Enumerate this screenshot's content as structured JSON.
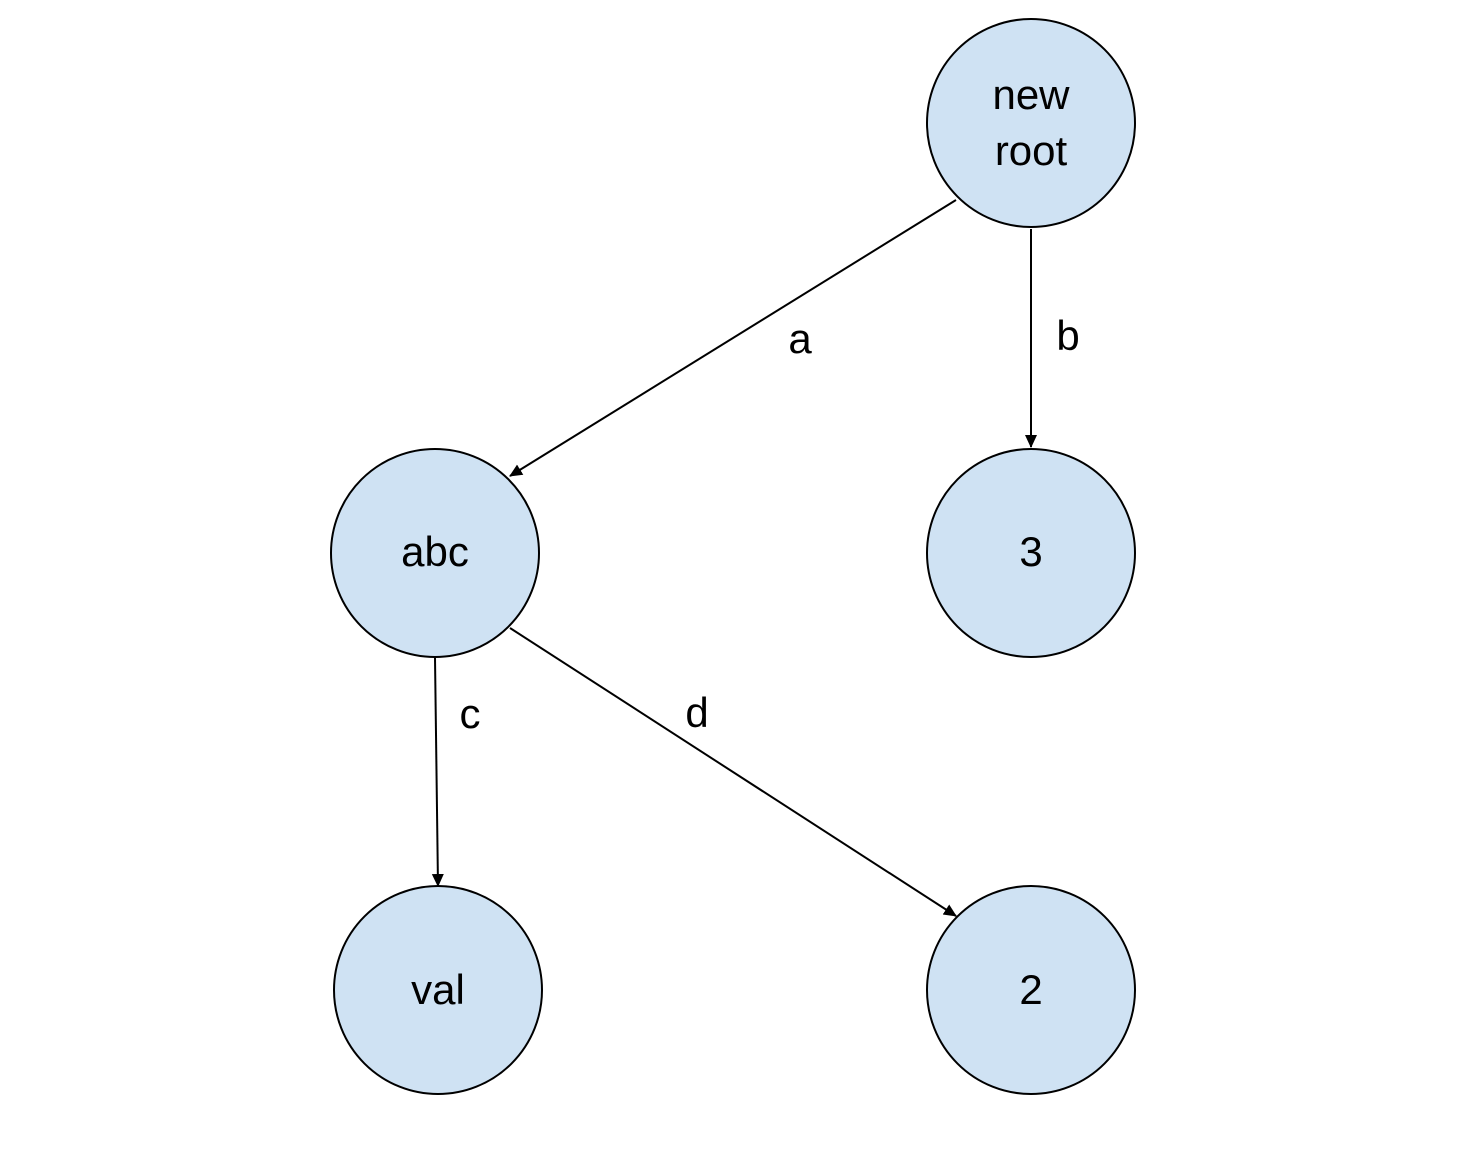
{
  "colors": {
    "node_fill": "#cfe2f3",
    "node_stroke": "#000000",
    "edge": "#000000",
    "background": "#ffffff"
  },
  "nodes": {
    "root": {
      "label_line1": "new",
      "label_line2": "root"
    },
    "abc": {
      "label": "abc"
    },
    "three": {
      "label": "3"
    },
    "val": {
      "label": "val"
    },
    "two": {
      "label": "2"
    }
  },
  "edges": {
    "a": {
      "label": "a",
      "from": "new root",
      "to": "abc"
    },
    "b": {
      "label": "b",
      "from": "new root",
      "to": "3"
    },
    "c": {
      "label": "c",
      "from": "abc",
      "to": "val"
    },
    "d": {
      "label": "d",
      "from": "abc",
      "to": "2"
    }
  }
}
